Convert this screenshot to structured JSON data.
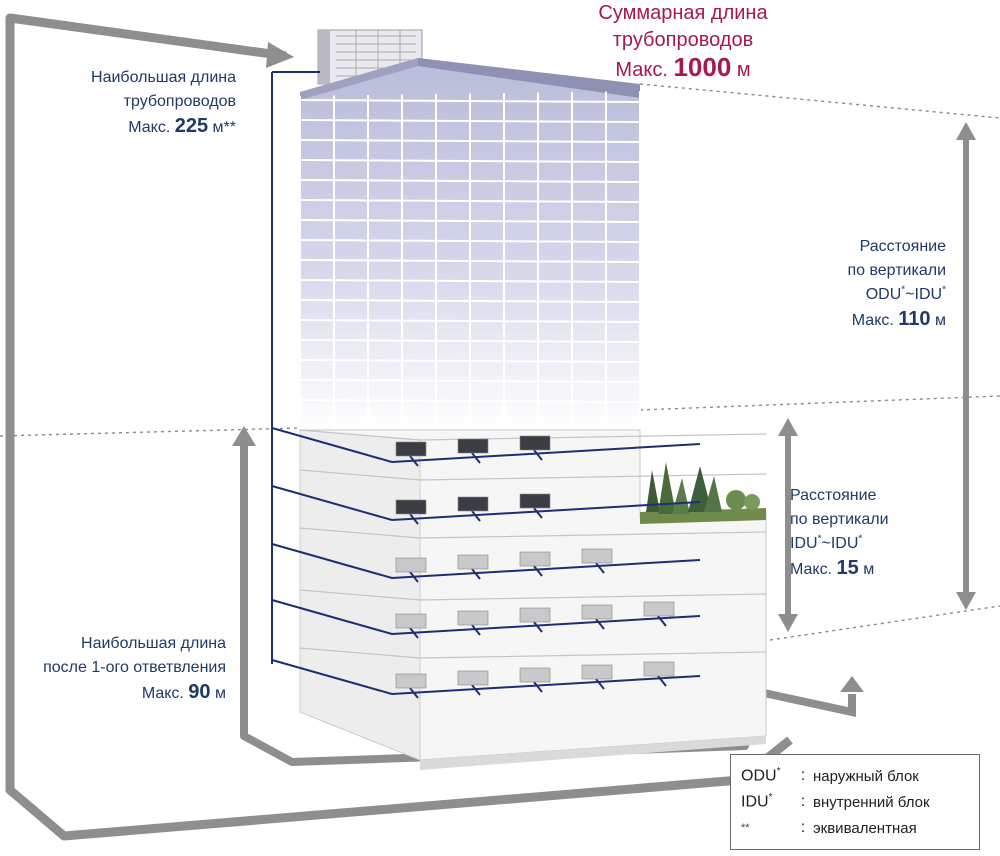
{
  "labels": {
    "total": {
      "line1": "Суммарная длина",
      "line2": "трубопроводов",
      "prefix": "Макс.",
      "value": "1000",
      "unit": "м"
    },
    "longest": {
      "line1": "Наибольшая длина",
      "line2": "трубопроводов",
      "prefix": "Макс.",
      "value": "225",
      "unit": "м**"
    },
    "after_branch": {
      "line1": "Наибольшая длина",
      "line2": "после 1-ого ответвления",
      "prefix": "Макс.",
      "value": "90",
      "unit": "м"
    },
    "vertical_odu_idu": {
      "line1": "Расстояние",
      "line2": "по вертикали",
      "term_a": "ODU",
      "sep": "~",
      "term_b": "IDU",
      "mark": "*",
      "prefix": "Макс.",
      "value": "110",
      "unit": "м"
    },
    "vertical_idu_idu": {
      "line1": "Расстояние",
      "line2": "по вертикали",
      "term_a": "IDU",
      "sep": "~",
      "term_b": "IDU",
      "mark": "*",
      "prefix": "Макс.",
      "value": "15",
      "unit": "м"
    }
  },
  "legend": [
    {
      "term": "ODU",
      "mark": "*",
      "colon": ":",
      "definition": "наружный блок"
    },
    {
      "term": "IDU",
      "mark": "*",
      "colon": ":",
      "definition": "внутренний блок"
    },
    {
      "term": "**",
      "mark": "",
      "colon": ":",
      "definition": "эквивалентная"
    }
  ],
  "colors": {
    "accent_total": "#a8174f",
    "label_text": "#1f3a66",
    "pipe": "#1b2f73",
    "arrow": "#8e8e8e",
    "building_glass": "#c3c6e0"
  }
}
